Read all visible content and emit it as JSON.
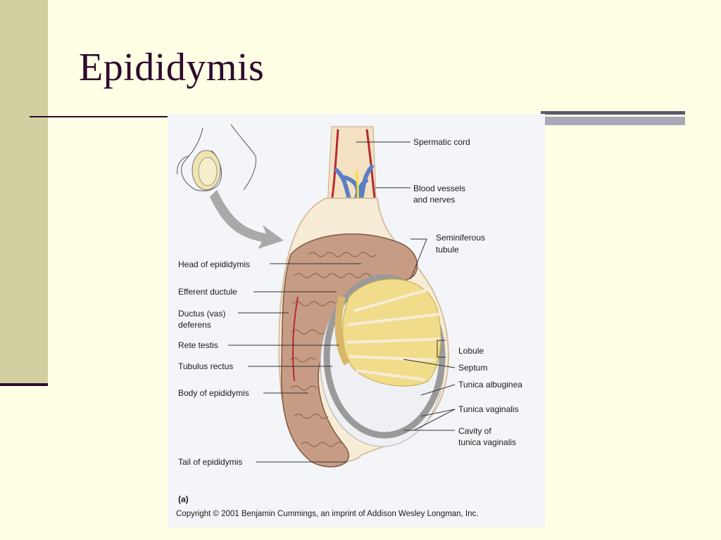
{
  "slide": {
    "title": "Epididymis"
  },
  "figure": {
    "labels": {
      "spermatic_cord": "Spermatic cord",
      "blood_vessels_1": "Blood vessels",
      "blood_vessels_2": "and nerves",
      "seminiferous_1": "Seminiferous",
      "seminiferous_2": "tubule",
      "head_of_epididymis": "Head of epididymis",
      "efferent_ductule": "Efferent ductule",
      "ductus_deferens_1": "Ductus (vas)",
      "ductus_deferens_2": "deferens",
      "rete_testis": "Rete testis",
      "tubulus_rectus": "Tubulus rectus",
      "body_of_epididymis": "Body of epididymis",
      "lobule": "Lobule",
      "septum": "Septum",
      "tunica_albuginea": "Tunica albuginea",
      "tunica_vaginalis": "Tunica vaginalis",
      "cavity_1": "Cavity of",
      "cavity_2": "tunica vaginalis",
      "tail_of_epididymis": "Tail of epididymis",
      "panel_letter": "(a)"
    },
    "copyright": "Copyright © 2001 Benjamin Cummings, an imprint of Addison Wesley Longman, Inc."
  },
  "colors": {
    "background": "#ffffe5",
    "title": "#2e0a2e",
    "epididymis": "#c79c85",
    "tubule": "#f0dc8a",
    "tunica": "#9a9a9a",
    "vein": "#5b7fc4",
    "artery": "#b8282e",
    "nerve": "#f2e23a"
  }
}
